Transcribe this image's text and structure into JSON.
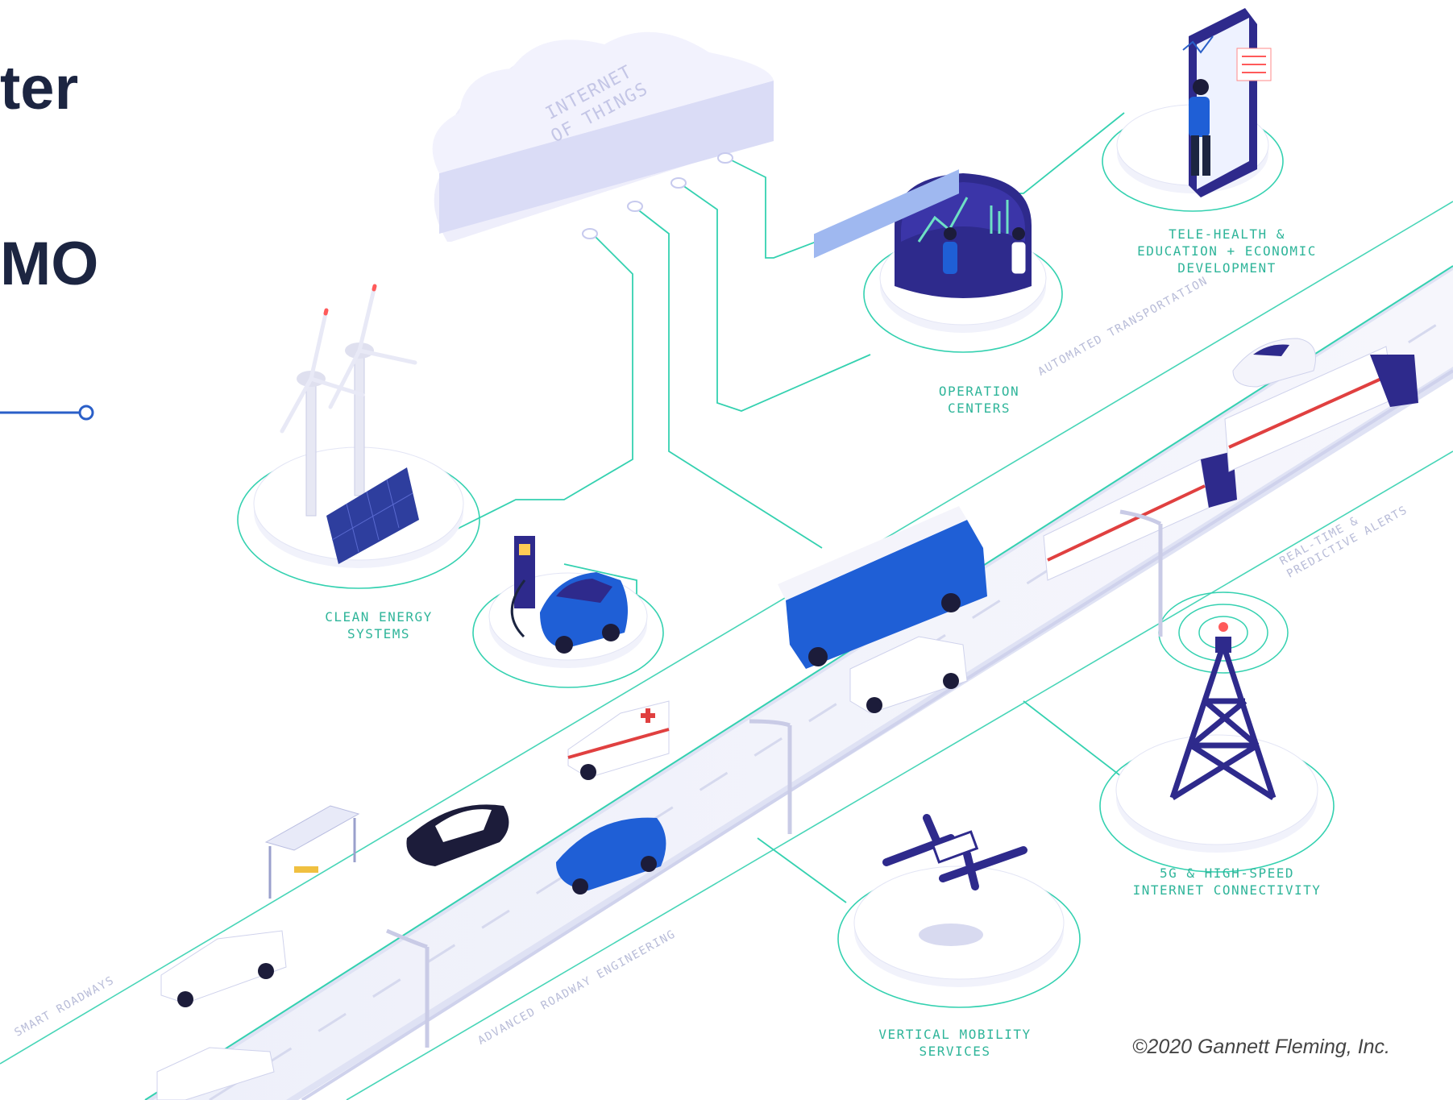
{
  "title": {
    "line1_fragment": "ter",
    "line2_fragment": "MO"
  },
  "cloud": {
    "label": "INTERNET\nOF THINGS"
  },
  "nodes": {
    "telehealth": "TELE-HEALTH &\nEDUCATION + ECONOMIC\nDEVELOPMENT",
    "operation": "OPERATION\nCENTERS",
    "clean_energy": "CLEAN ENERGY\nSYSTEMS",
    "connectivity": "5G & HIGH-SPEED\nINTERNET CONNECTIVITY",
    "vertical": "VERTICAL MOBILITY\nSERVICES"
  },
  "road_labels": {
    "automated": "AUTOMATED TRANSPORTATION",
    "realtime": "REAL-TIME &\nPREDICTIVE ALERTS",
    "smart": "SMART ROADWAYS",
    "advanced": "ADVANCED ROADWAY ENGINEERING"
  },
  "copyright": "©2020 Gannett Fleming, Inc.",
  "colors": {
    "accent_line": "#34d1b0",
    "label_text": "#2fb59a",
    "title_text": "#1c2541",
    "illustration_purple": "#2e2a8c",
    "vehicle_blue": "#1f5fd6",
    "road": "#f3f3fb",
    "road_edge": "#cfd2ec"
  }
}
